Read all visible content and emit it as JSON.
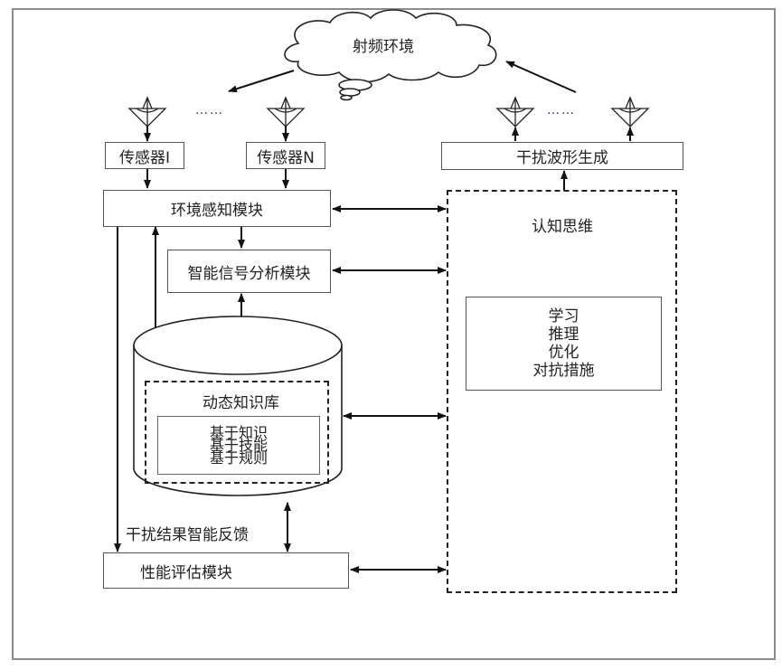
{
  "cloud": {
    "label": "射频环境"
  },
  "sensors": [
    {
      "label": "传感器I"
    },
    {
      "label": "传感器N"
    }
  ],
  "ellipsis": "……",
  "jamming_waveform": {
    "label": "干扰波形生成"
  },
  "env_sensing": {
    "label": "环境感知模块"
  },
  "signal_analysis": {
    "label": "智能信号分析模块"
  },
  "cognitive": {
    "title": "认知思维",
    "items": [
      "学习",
      "推理",
      "优化",
      "对抗措施"
    ]
  },
  "knowledge_base": {
    "title": "动态知识库",
    "items": [
      "基于知识",
      "基于技能",
      "基于规则"
    ]
  },
  "feedback_label": "干扰结果智能反馈",
  "performance": {
    "label": "性能评估模块"
  }
}
